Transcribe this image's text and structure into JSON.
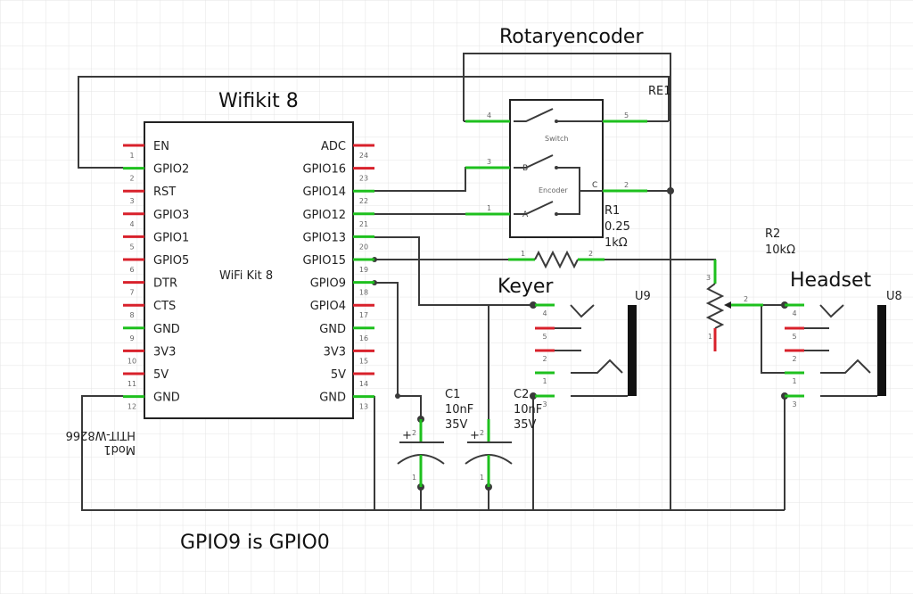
{
  "titles": {
    "wifikit": "Wifikit 8",
    "rotary": "Rotaryencoder",
    "keyer": "Keyer",
    "headset": "Headset",
    "note": "GPIO9 is GPIO0"
  },
  "wifikit": {
    "inner_label": "WiFi Kit 8",
    "mirrored_label_line1": "Mod1",
    "mirrored_label_line2": "HTIT-W8266",
    "left_pins": [
      {
        "num": "1",
        "name": "EN"
      },
      {
        "num": "2",
        "name": "GPIO2"
      },
      {
        "num": "3",
        "name": "RST"
      },
      {
        "num": "4",
        "name": "GPIO3"
      },
      {
        "num": "5",
        "name": "GPIO1"
      },
      {
        "num": "6",
        "name": "GPIO5"
      },
      {
        "num": "7",
        "name": "DTR"
      },
      {
        "num": "8",
        "name": "CTS"
      },
      {
        "num": "9",
        "name": "GND"
      },
      {
        "num": "10",
        "name": "3V3"
      },
      {
        "num": "11",
        "name": "5V"
      },
      {
        "num": "12",
        "name": "GND"
      }
    ],
    "right_pins": [
      {
        "num": "24",
        "name": "ADC"
      },
      {
        "num": "23",
        "name": "GPIO16"
      },
      {
        "num": "22",
        "name": "GPIO14"
      },
      {
        "num": "21",
        "name": "GPIO12"
      },
      {
        "num": "20",
        "name": "GPIO13"
      },
      {
        "num": "19",
        "name": "GPIO15"
      },
      {
        "num": "18",
        "name": "GPIO9"
      },
      {
        "num": "17",
        "name": "GPIO4"
      },
      {
        "num": "16",
        "name": "GND"
      },
      {
        "num": "15",
        "name": "3V3"
      },
      {
        "num": "14",
        "name": "5V"
      },
      {
        "num": "13",
        "name": "GND"
      }
    ]
  },
  "encoder": {
    "ref": "RE1",
    "switch_label": "Switch",
    "encoder_label": "Encoder",
    "pin_labels": {
      "a": "A",
      "b": "B",
      "c": "C"
    },
    "pin_nums": {
      "p4": "4",
      "p3": "3",
      "p1": "1",
      "p5": "5",
      "p2": "2"
    }
  },
  "r1": {
    "ref": "R1",
    "value1": "0.25",
    "value2": "1kΩ",
    "pin1": "1",
    "pin2": "2"
  },
  "r2": {
    "ref": "R2",
    "value": "10kΩ",
    "pin1": "1",
    "pin2": "2",
    "pin3": "3"
  },
  "c1": {
    "ref": "C1",
    "cap": "10nF",
    "volt": "35V",
    "plus": "+",
    "pin1": "1",
    "pin2": "2"
  },
  "c2": {
    "ref": "C2",
    "cap": "10nF",
    "volt": "35V",
    "plus": "+",
    "pin1": "1",
    "pin2": "2"
  },
  "u9": {
    "ref": "U9",
    "pins": [
      "4",
      "5",
      "2",
      "1",
      "3"
    ]
  },
  "u8": {
    "ref": "U8",
    "pins": [
      "4",
      "5",
      "2",
      "1",
      "3"
    ]
  }
}
